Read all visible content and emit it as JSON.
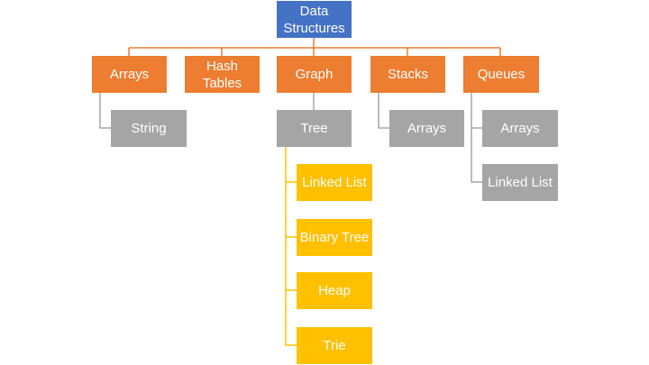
{
  "colors": {
    "root": "#4472c4",
    "level1": "#ed7d31",
    "level2": "#a5a5a5",
    "level3": "#ffc000",
    "connector_orange": "#ed7d31",
    "connector_gray": "#a5a5a5"
  },
  "diagram": {
    "root": {
      "line1": "Data",
      "line2": "Structures"
    },
    "level1": [
      "Arrays",
      {
        "line1": "Hash",
        "line2": "Tables"
      },
      "Graph",
      "Stacks",
      "Queues"
    ],
    "arrays_children": [
      "String"
    ],
    "graph_children": [
      "Tree"
    ],
    "tree_children": [
      "Linked List",
      "Binary Tree",
      "Heap",
      "Trie"
    ],
    "stacks_children": [
      "Arrays"
    ],
    "queues_children": [
      "Arrays",
      "Linked List"
    ]
  }
}
